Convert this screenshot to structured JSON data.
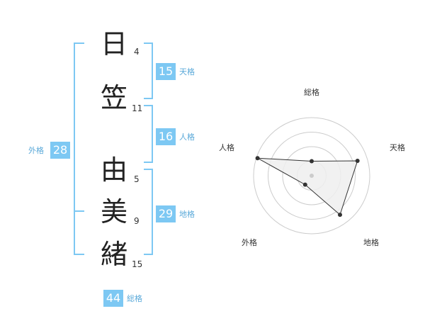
{
  "name": {
    "characters": [
      {
        "char": "日",
        "strokes": "4"
      },
      {
        "char": "笠",
        "strokes": "11"
      },
      {
        "char": "由",
        "strokes": "5"
      },
      {
        "char": "美",
        "strokes": "9"
      },
      {
        "char": "緒",
        "strokes": "15"
      }
    ]
  },
  "fortune": {
    "tenkaku": {
      "value": "15",
      "label": "天格"
    },
    "jinkaku": {
      "value": "16",
      "label": "人格"
    },
    "chikaku": {
      "value": "29",
      "label": "地格"
    },
    "gaikaku": {
      "value": "28",
      "label": "外格"
    },
    "soukaku": {
      "value": "44",
      "label": "総格"
    }
  },
  "chart_data": {
    "type": "radar",
    "axes": [
      "総格",
      "天格",
      "地格",
      "外格",
      "人格"
    ],
    "levels": 4,
    "values": [
      0.25,
      0.83,
      0.83,
      0.19,
      0.98
    ]
  },
  "colors": {
    "accent": "#7dc8f3",
    "bracket": "#7dc8f3",
    "grid": "#cccccc",
    "polygon_fill": "#eeeeee",
    "polygon_stroke": "#333333",
    "point": "#333333",
    "center_point": "#cccccc"
  }
}
